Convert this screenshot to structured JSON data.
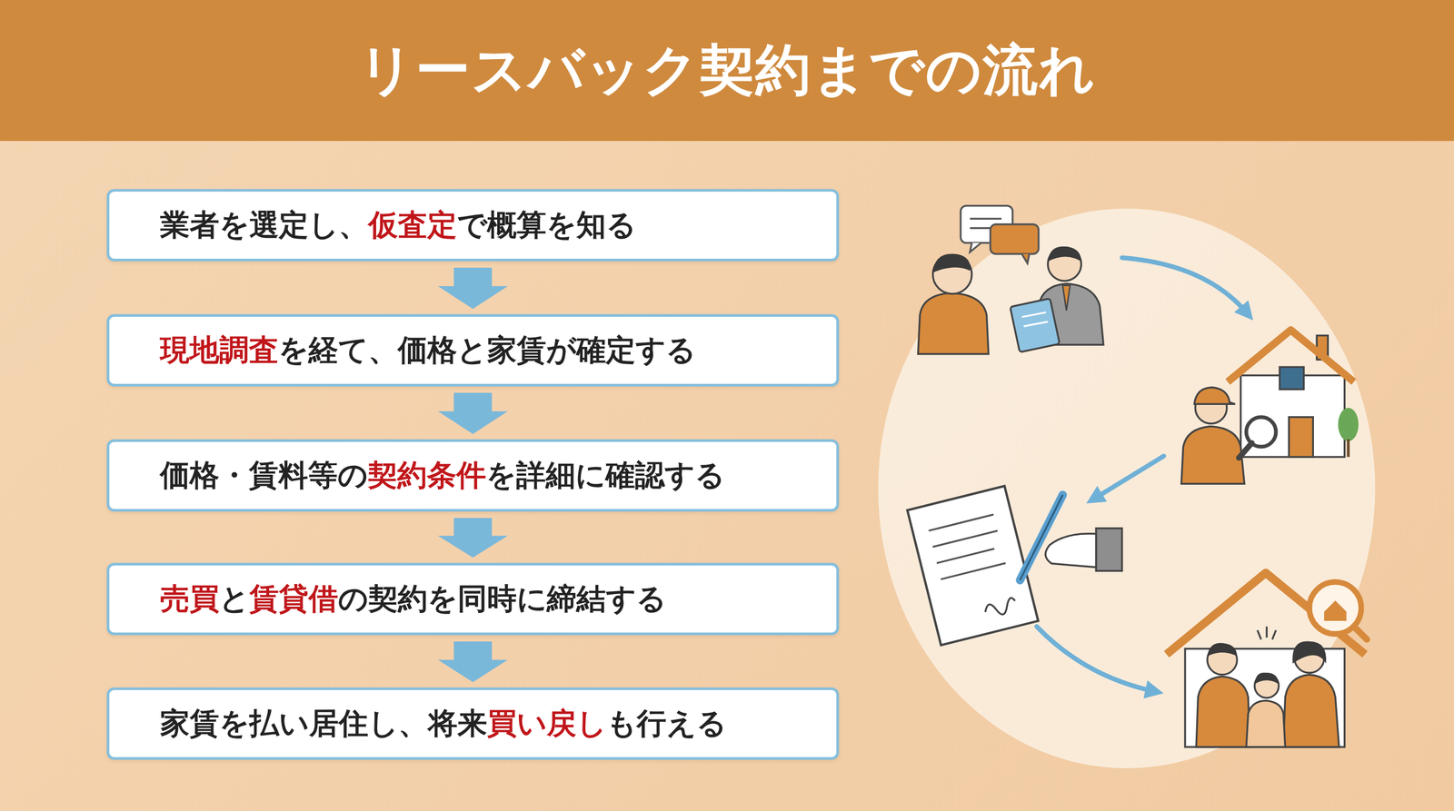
{
  "diagram": {
    "title": "リースバック契約までの流れ",
    "nodes": [
      {
        "text": [
          "業者を選定し、仮査定で概算を知る"
        ]
      },
      {
        "text": [
          "現地調査を経て、価格と家賃が確定する"
        ]
      },
      {
        "text": [
          "価格・賃料等の契約条件を詳細に確認する"
        ]
      },
      {
        "text": [
          "売買と賃貸借の契約を同時に締結する"
        ]
      },
      {
        "text": [
          "家賃を払い居住し、将来買い戻しも行える"
        ]
      }
    ],
    "edges": [
      {
        "from": 0,
        "to": 1,
        "arrow": "to"
      },
      {
        "from": 1,
        "to": 2,
        "arrow": "to"
      },
      {
        "from": 2,
        "to": 3,
        "arrow": "to"
      },
      {
        "from": 3,
        "to": 4,
        "arrow": "to"
      }
    ]
  }
}
